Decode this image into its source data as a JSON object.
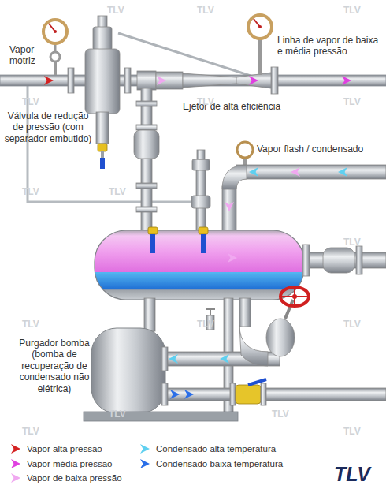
{
  "diagram": {
    "labels": [
      "Vapor motriz",
      "Linha de vapor de baixa e média pressão",
      "Válvula de redução de pressão (com separador embutido)",
      "Ejetor de alta eficiência",
      "Vapor flash / condensado",
      "Purgador bomba (bomba de recuperação de condensado não elétrica)",
      "TLV",
      "TLV",
      "TLV",
      "TLV",
      "TLV",
      "TLV",
      "TLV",
      "TLV",
      "TLV",
      "TLV",
      "TLV",
      "TLV",
      "TLV",
      "TLV",
      "TLV",
      "TLV",
      "TLV"
    ],
    "legend": [
      {
        "text": "Vapor alta pressão",
        "color": "#d42222"
      },
      {
        "text": "Vapor média pressão",
        "color": "#e040e0"
      },
      {
        "text": "Vapor de baixa pressão",
        "color": "#f0a8f0"
      },
      {
        "text": "Condensado alta temperatura",
        "color": "#5fd0f0"
      },
      {
        "text": "Condensado baixa temperatura",
        "color": "#2a6ee8"
      }
    ]
  }
}
